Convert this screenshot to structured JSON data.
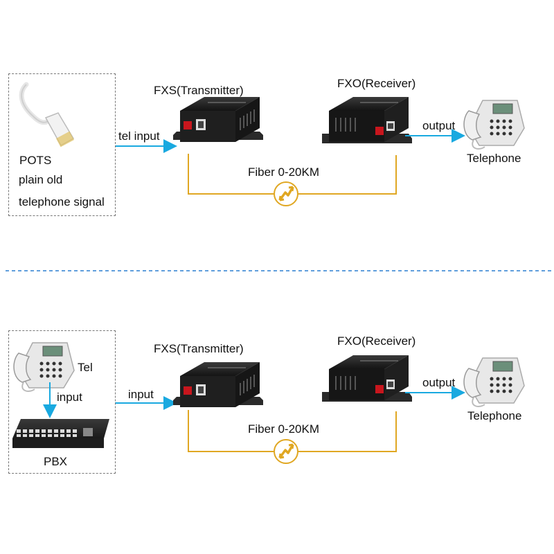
{
  "colors": {
    "arrow": "#19a9e0",
    "fiber": "#e0a722",
    "separator": "#2a7fd0",
    "device": "#1b1b1b",
    "port_red": "#c8161d"
  },
  "diagram1": {
    "source_box": {
      "icon": "rj11-phone-plug",
      "lines": [
        "POTS",
        "plain old",
        "telephone signal"
      ]
    },
    "input_label": "tel input",
    "transmitter_label": "FXS(Transmitter)",
    "receiver_label": "FXO(Receiver)",
    "output_label": "output",
    "fiber_label": "Fiber 0-20KM",
    "telephone_label": "Telephone"
  },
  "diagram2": {
    "source_box": {
      "tel_label": "Tel",
      "input_label": "input",
      "pbx_label": "PBX"
    },
    "input_label": "input",
    "transmitter_label": "FXS(Transmitter)",
    "receiver_label": "FXO(Receiver)",
    "output_label": "output",
    "fiber_label": "Fiber 0-20KM",
    "telephone_label": "Telephone"
  }
}
